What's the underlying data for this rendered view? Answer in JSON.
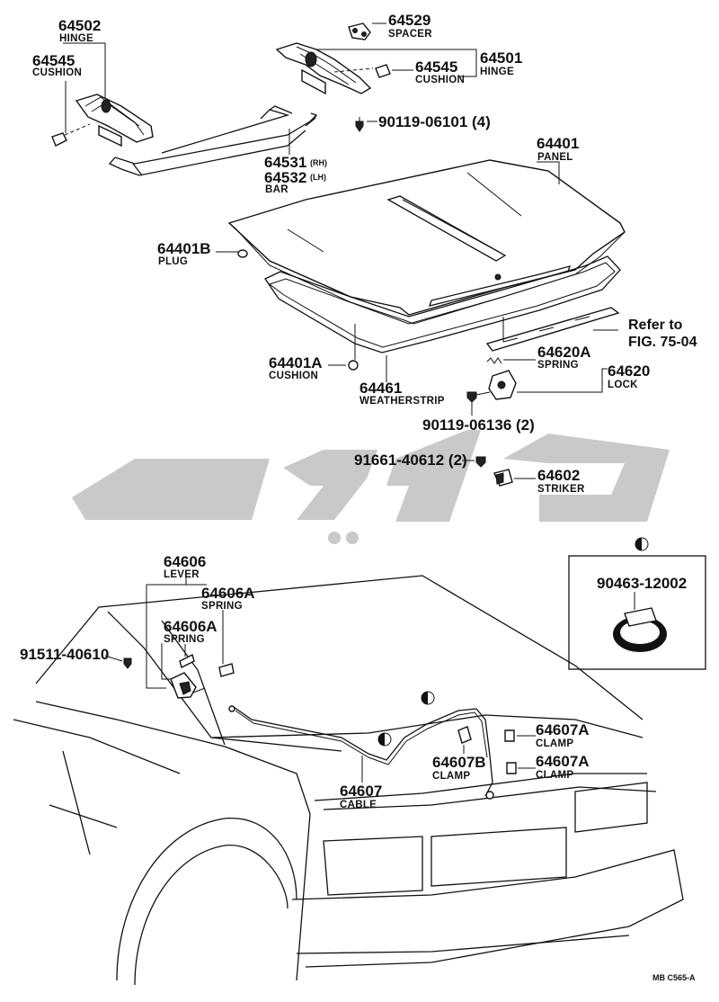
{
  "labels": {
    "p64529": {
      "num": "64529",
      "name": "SPACER"
    },
    "p64502": {
      "num": "64502",
      "name": "HINGE"
    },
    "p64501": {
      "num": "64501",
      "name": "HINGE"
    },
    "p64545_left": {
      "num": "64545",
      "name": "CUSHION"
    },
    "p64545_right": {
      "num": "64545",
      "name": "CUSHION"
    },
    "p90119_06101": {
      "num": "90119-06101 (4)"
    },
    "p64531": {
      "num": "64531",
      "suffix": "(RH)"
    },
    "p64532": {
      "num": "64532",
      "suffix": "(LH)",
      "name": "BAR"
    },
    "p64401": {
      "num": "64401",
      "name": "PANEL"
    },
    "p64401B": {
      "num": "64401B",
      "name": "PLUG"
    },
    "refer": {
      "line1": "Refer to",
      "line2": "FIG. 75-04"
    },
    "p64401A": {
      "num": "64401A",
      "name": "CUSHION"
    },
    "p64461": {
      "num": "64461",
      "name": "WEATHERSTRIP"
    },
    "p64620A": {
      "num": "64620A",
      "name": "SPRING"
    },
    "p64620": {
      "num": "64620",
      "name": "LOCK"
    },
    "p90119_06136": {
      "num": "90119-06136 (2)"
    },
    "p91661": {
      "num": "91661-40612 (2)"
    },
    "p64602": {
      "num": "64602",
      "name": "STRIKER"
    },
    "p64606": {
      "num": "64606",
      "name": "LEVER"
    },
    "p64606A_1": {
      "num": "64606A",
      "name": "SPRING"
    },
    "p64606A_2": {
      "num": "64606A",
      "name": "SPRING"
    },
    "p91511": {
      "num": "91511-40610"
    },
    "p90463": {
      "num": "90463-12002"
    },
    "p64607": {
      "num": "64607",
      "name": "CABLE"
    },
    "p64607B": {
      "num": "64607B",
      "name": "CLAMP"
    },
    "p64607A_1": {
      "num": "64607A",
      "name": "CLAMP"
    },
    "p64607A_2": {
      "num": "64607A",
      "name": "CLAMP"
    }
  },
  "footer_code": "MB C565-A"
}
